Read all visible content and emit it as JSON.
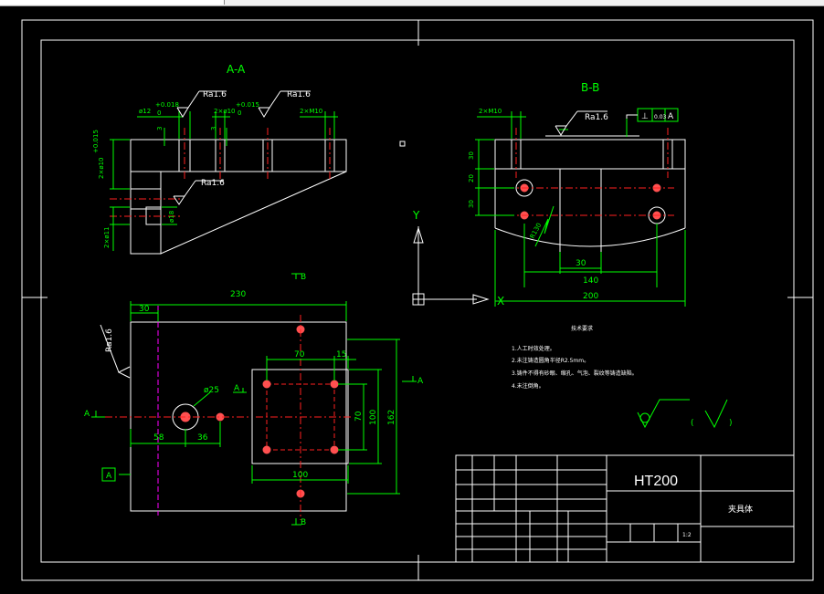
{
  "views": {
    "section_aa": "A-A",
    "section_bb": "B-B"
  },
  "roughness": {
    "ra1": "Ra1.6",
    "ra2": "Ra1.6",
    "ra3": "Ra1.6",
    "ra4": "Ra1.6",
    "ra5": "Ra1.6"
  },
  "aa_dims": {
    "d1": "ø12",
    "d1_tol": "+0.018",
    "d1_tol2": "0",
    "d2": "2×ø10",
    "d2_tol": "+0.015",
    "d2_tol2": "0",
    "d3": "2×M10",
    "v3a": "3",
    "v3b": "3",
    "vleft1": "2×ø10",
    "vleft1_tol": "+0.015",
    "vleft2": "2×ø11",
    "d18": "ø18"
  },
  "bb_dims": {
    "m10": "2×M10",
    "tol_sym": "⊥",
    "tol_val": "0.03",
    "tol_ref": "A",
    "v30a": "30",
    "v20": "20",
    "v30b": "30",
    "r130": "R130",
    "h30": "30",
    "h140": "140",
    "h200": "200"
  },
  "axis": {
    "y": "Y",
    "x": "X"
  },
  "plan_dims": {
    "w230": "230",
    "w30": "30",
    "w70": "70",
    "w15": "15",
    "d25": "ø25",
    "w58": "58",
    "w36": "36",
    "v70": "70",
    "v100": "100",
    "v162": "162",
    "w100": "100",
    "label_a1": "A",
    "label_a2": "A",
    "label_a3": "A",
    "label_b1": "B",
    "label_b2": "B",
    "datum_a": "A"
  },
  "notes": {
    "heading": "技术要求",
    "items": [
      "1.人工时效处理。",
      "2.未注铸造圆角半径R2.5mm。",
      "3.铸件不得有砂眼、缩孔、气泡、裂纹等铸造缺陷。",
      "4.未注倒角。"
    ],
    "rough_paren_open": "(",
    "rough_paren_close": ")"
  },
  "title_block": {
    "material": "HT200",
    "part_name": "夹具体",
    "scale": "1:2"
  },
  "colors": {
    "background": "#000000",
    "lines": "#ffffff",
    "dimensions": "#00ff00",
    "centerlines": "#ff2020",
    "hidden": "#ff00ff"
  }
}
